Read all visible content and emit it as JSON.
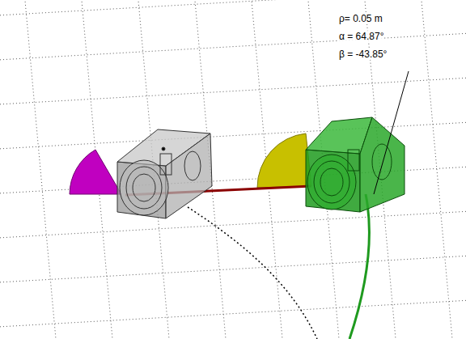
{
  "diagram": {
    "labels": [
      "ρ= 0.05 m",
      "α = 64.87°",
      "β = -43.85°"
    ]
  }
}
